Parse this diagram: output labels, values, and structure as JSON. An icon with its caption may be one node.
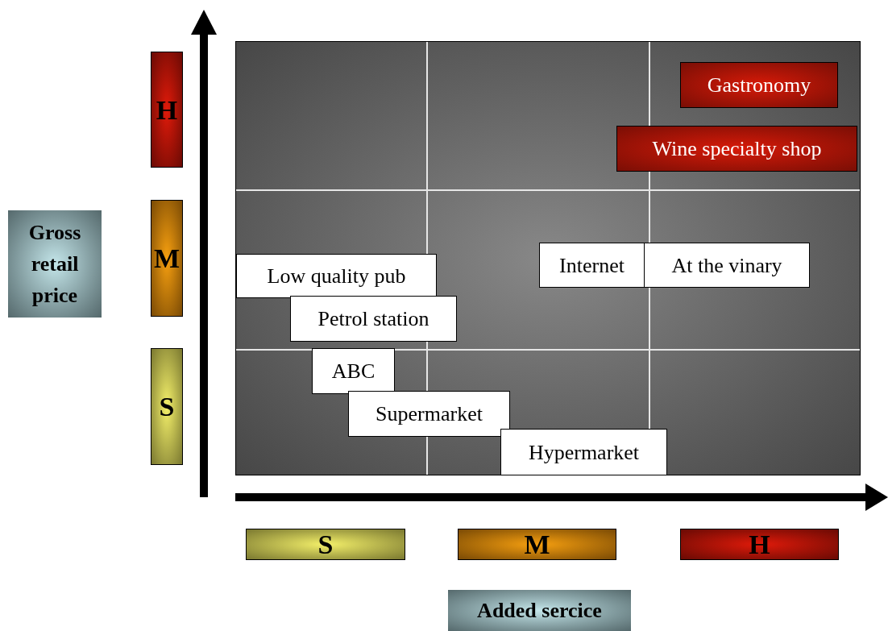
{
  "diagram": {
    "nodes": [
      {
        "text": [
          "H"
        ]
      },
      {
        "text": [
          "M"
        ]
      },
      {
        "text": [
          "S"
        ]
      },
      {
        "text": [
          "Gross retail price"
        ]
      },
      {
        "text": [
          "Gastronomy"
        ]
      },
      {
        "text": [
          "Wine specialty shop"
        ]
      },
      {
        "text": [
          "Internet"
        ]
      },
      {
        "text": [
          "At the vinary"
        ]
      },
      {
        "text": [
          "Low quality pub"
        ]
      },
      {
        "text": [
          "Petrol station"
        ]
      },
      {
        "text": [
          "ABC"
        ]
      },
      {
        "text": [
          "Supermarket"
        ]
      },
      {
        "text": [
          "Hypermarket"
        ]
      },
      {
        "text": [
          "S"
        ]
      },
      {
        "text": [
          "M"
        ]
      },
      {
        "text": [
          "H"
        ]
      },
      {
        "text": [
          "Added sercice"
        ]
      }
    ]
  }
}
